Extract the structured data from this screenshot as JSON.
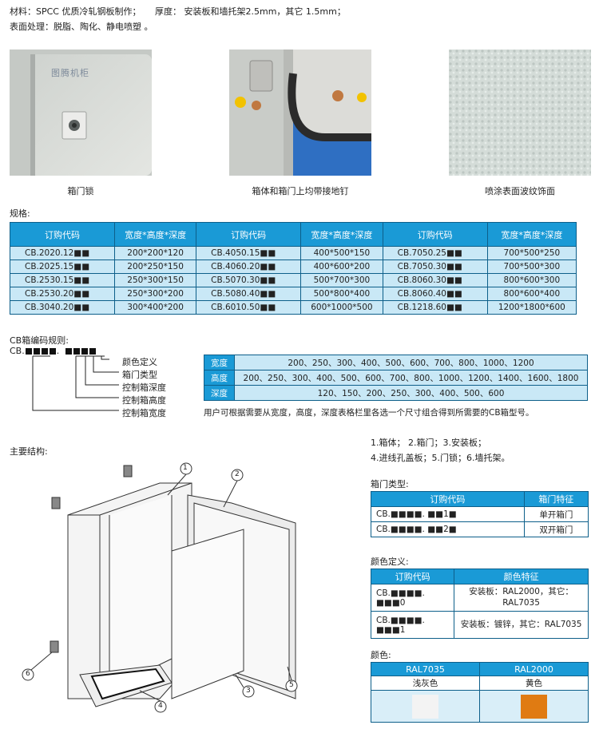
{
  "material": {
    "label": "材料：SPCC 优质冷轧钢板制作；",
    "thickness": "厚度： 安装板和墙托架2.5mm，其它 1.5mm；",
    "surface": "表面处理：脱脂、陶化、静电喷塑 。"
  },
  "photos": [
    {
      "caption": "箱门锁",
      "brand_text": "图腾机柜"
    },
    {
      "caption": "箱体和箱门上均带接地钉"
    },
    {
      "caption": "喷涂表面波纹饰面"
    }
  ],
  "spec": {
    "title": "规格:",
    "headers": [
      "订购代码",
      "宽度*高度*深度",
      "订购代码",
      "宽度*高度*深度",
      "订购代码",
      "宽度*高度*深度"
    ],
    "rows": [
      [
        "CB.2020.12■■",
        "200*200*120",
        "CB.4050.15■■",
        "400*500*150",
        "CB.7050.25■■",
        "700*500*250"
      ],
      [
        "CB.2025.15■■",
        "200*250*150",
        "CB.4060.20■■",
        "400*600*200",
        "CB.7050.30■■",
        "700*500*300"
      ],
      [
        "CB.2530.15■■",
        "250*300*150",
        "CB.5070.30■■",
        "500*700*300",
        "CB.8060.30■■",
        "800*600*300"
      ],
      [
        "CB.2530.20■■",
        "250*300*200",
        "CB.5080.40■■",
        "500*800*400",
        "CB.8060.40■■",
        "800*600*400"
      ],
      [
        "CB.3040.20■■",
        "300*400*200",
        "CB.6010.50■■",
        "600*1000*500",
        "CB.1218.60■■",
        "1200*1800*600"
      ]
    ]
  },
  "code_rule": {
    "title": "CB箱编码规则:",
    "prefix": "CB.",
    "labels": [
      "颜色定义",
      "箱门类型",
      "控制箱深度",
      "控制箱高度",
      "控制箱宽度"
    ]
  },
  "dims": [
    {
      "key": "宽度",
      "value": "200、250、300、400、500、600、700、800、1000、1200"
    },
    {
      "key": "高度",
      "value": "200、250、300、400、500、600、700、800、1000、1200、1400、1600、1800"
    },
    {
      "key": "深度",
      "value": "120、150、200、250、300、400、500、600"
    }
  ],
  "dims_note": "用户可根据需要从宽度，高度，深度表格栏里各选一个尺寸组合得到所需要的CB箱型号。",
  "structure": {
    "title": "主要结构:",
    "legend_line1": "1.箱体； 2.箱门；3.安装板；",
    "legend_line2": "4.进线孔盖板；5.门锁；6.墙托架。",
    "callouts": [
      "1",
      "2",
      "3",
      "4",
      "5",
      "6"
    ]
  },
  "door_type": {
    "title": "箱门类型:",
    "headers": [
      "订购代码",
      "箱门特征"
    ],
    "rows": [
      {
        "code": "CB.■■■■. ■■1■",
        "feature": "单开箱门"
      },
      {
        "code": "CB.■■■■. ■■2■",
        "feature": "双开箱门"
      }
    ]
  },
  "color_def": {
    "title": "颜色定义:",
    "headers": [
      "订购代码",
      "颜色特征"
    ],
    "rows": [
      {
        "code": "CB.■■■■. ■■■0",
        "feature": "安装板：RAL2000，其它：RAL7035"
      },
      {
        "code": "CB.■■■■. ■■■1",
        "feature": "安装板：镀锌，其它：RAL7035"
      }
    ]
  },
  "colors": {
    "title": "颜色:",
    "headers": [
      "RAL7035",
      "RAL2000"
    ],
    "names": [
      "浅灰色",
      "黄色"
    ],
    "swatch_hex": [
      "#f3f3f3",
      "#e07b12"
    ]
  }
}
